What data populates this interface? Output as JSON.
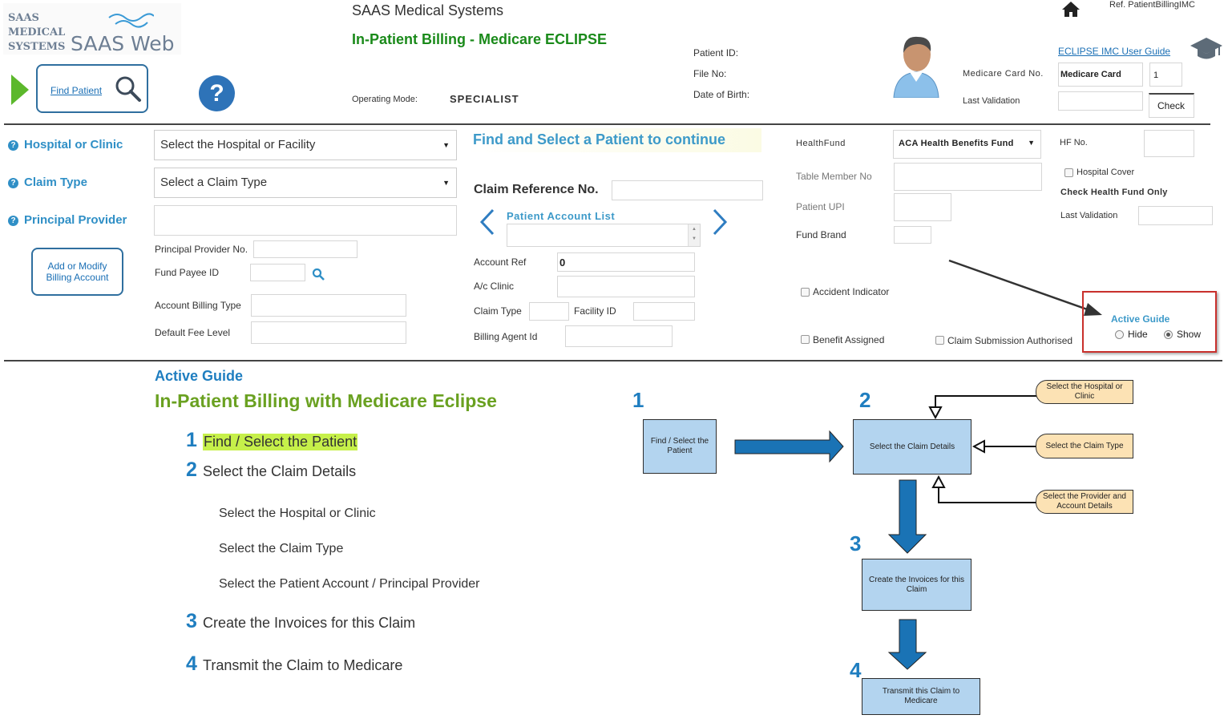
{
  "header": {
    "logo_text": [
      "SAAS",
      "MEDICAL",
      "SYSTEMS"
    ],
    "logo_web": "SAAS Web",
    "company": "SAAS Medical Systems",
    "title": "In-Patient Billing - Medicare ECLIPSE",
    "find_patient": "Find Patient",
    "help": "?",
    "operating_mode_label": "Operating Mode:",
    "operating_mode_value": "SPECIALIST",
    "patient_id_label": "Patient ID:",
    "file_no_label": "File No:",
    "dob_label": "Date of Birth:",
    "ref": "Ref. PatientBillingIMC",
    "user_guide_link": "ECLIPSE IMC User Guide",
    "medicare_card_label": "Medicare Card No.",
    "medicare_card_value": "Medicare Card",
    "medicare_irn": "1",
    "last_validation_label": "Last Validation",
    "check_button": "Check"
  },
  "left": {
    "hospital_label": "Hospital or Clinic",
    "hospital_select": "Select the Hospital or Facility",
    "claim_type_label": "Claim Type",
    "claim_type_select": "Select a Claim Type",
    "principal_provider_label": "Principal Provider",
    "principal_provider_no": "Principal Provider No.",
    "fund_payee_id": "Fund Payee ID",
    "add_billing_account": "Add or Modify Billing Account",
    "account_billing_type": "Account Billing Type",
    "default_fee_level": "Default Fee Level"
  },
  "middle": {
    "banner": "Find and Select a Patient to continue",
    "claim_ref_label": "Claim Reference No.",
    "patient_account_list": "Patient Account List",
    "account_ref_label": "Account Ref",
    "account_ref_value": "0",
    "ac_clinic_label": "A/c Clinic",
    "claim_type_label": "Claim Type",
    "facility_id_label": "Facility ID",
    "billing_agent_label": "Billing Agent Id"
  },
  "right": {
    "healthfund_label": "HealthFund",
    "healthfund_value": "ACA Health Benefits Fund",
    "hf_no_label": "HF No.",
    "table_member_label": "Table Member No",
    "hospital_cover_label": "Hospital Cover",
    "check_health_fund": "Check Health Fund Only",
    "patient_upi_label": "Patient UPI",
    "last_validation_label": "Last Validation",
    "fund_brand_label": "Fund Brand",
    "accident_indicator": "Accident Indicator",
    "benefit_assigned": "Benefit Assigned",
    "claim_submission": "Claim Submission Authorised",
    "active_guide_title": "Active Guide",
    "hide": "Hide",
    "show": "Show"
  },
  "guide": {
    "heading": "Active Guide",
    "title": "In-Patient Billing with Medicare Eclipse",
    "steps": [
      {
        "num": "1",
        "text": "Find / Select the Patient"
      },
      {
        "num": "2",
        "text": "Select the Claim Details"
      },
      {
        "num": "3",
        "text": "Create the Invoices for this Claim"
      },
      {
        "num": "4",
        "text": "Transmit the Claim to Medicare"
      }
    ],
    "substeps": [
      "Select the Hospital or Clinic",
      "Select the Claim Type",
      "Select the Patient Account / Principal Provider"
    ]
  },
  "flow": {
    "n1": "1",
    "n2": "2",
    "n3": "3",
    "n4": "4",
    "box1": "Find / Select the Patient",
    "box2": "Select the Claim Details",
    "box3": "Create the Invoices for this Claim",
    "box4": "Transmit this Claim to Medicare",
    "scroll1": "Select the Hospital or Clinic",
    "scroll2": "Select the Claim Type",
    "scroll3": "Select the Provider and Account  Details"
  },
  "colors": {
    "accent_blue": "#2f8fc6",
    "title_green": "#1a8a1a",
    "guide_green": "#6aa121",
    "highlight": "#c6f04a",
    "flow_box": "#b3d4ef",
    "scroll": "#fce2b4",
    "arrow_blue": "#1a73b5",
    "active_guide_border": "#c9302c"
  },
  "icons": [
    "play-icon",
    "search-icon",
    "help-icon",
    "home-icon",
    "user-avatar-icon",
    "graduation-cap-icon",
    "chevron-left-icon",
    "chevron-right-icon"
  ]
}
